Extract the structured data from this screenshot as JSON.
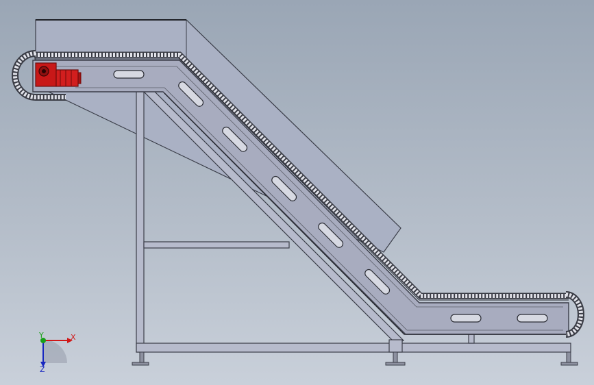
{
  "viewport": {
    "background_top": "#9aa6b5",
    "background_bottom": "#c9d0da"
  },
  "model": {
    "frame_color": "#a9adc0",
    "frame_stroke": "#3a3d48",
    "belt_color": "#d4d5de",
    "cleat_color": "#4a4c55",
    "hood_color": "#aab1c4",
    "motor_color": "#c81818",
    "motor_dark": "#6e0a0a"
  },
  "triad": {
    "x_label": "X",
    "y_label": "Y",
    "z_label": "Z",
    "x_color": "#d01818",
    "y_color": "#18a018",
    "z_color": "#1828c0"
  }
}
